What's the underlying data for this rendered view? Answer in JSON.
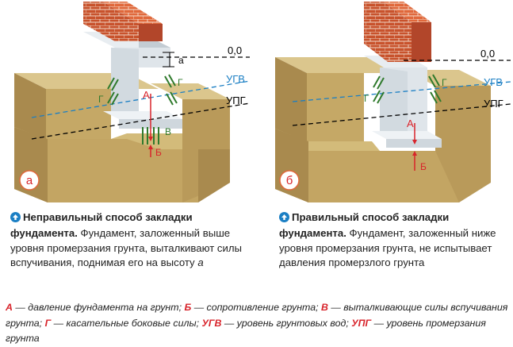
{
  "figure_a": {
    "marker": "а",
    "gap_label": "а",
    "levels": {
      "zero": "0,0",
      "ugv": "УГВ",
      "upg": "УПГ"
    },
    "forces": {
      "a": "А",
      "b": "Б",
      "v": "В",
      "g_left": "Г",
      "g_right": "Г"
    }
  },
  "figure_b": {
    "marker": "б",
    "levels": {
      "zero": "0,0",
      "ugv": "УГВ",
      "upg": "УПГ"
    },
    "forces": {
      "a": "А",
      "b": "Б",
      "g_left": "Г",
      "g_right": "Г"
    }
  },
  "caption_a": {
    "title": "Неправильный способ закладки фундамента.",
    "text": " Фундамент, заложенный выше уровня промерзания грунта, выталкивают силы вспучивания, поднимая его на высоту ",
    "var": "а"
  },
  "caption_b": {
    "title": "Правильный способ закладки фундамента.",
    "text": " Фундамент, заложенный ниже уровня промерзания грунта, не испытывает давления промерзлого грунта"
  },
  "legend": [
    {
      "key": "А",
      "text": " — давление фундамента на грунт; "
    },
    {
      "key": "Б",
      "text": " — сопротивление грунта; "
    },
    {
      "key": "В",
      "text": " — выталкивающие силы вспучивания грунта; "
    },
    {
      "key": "Г",
      "text": " — касательные боковые силы; "
    },
    {
      "key": "УГВ",
      "text": " — уровень грунтовых вод; "
    },
    {
      "key": "УПГ",
      "text": " — уровень промерзания грунта"
    }
  ],
  "colors": {
    "soil_top": "#d9c48a",
    "soil_side": "#a8894e",
    "concrete": "#d6dde3",
    "brick": "#c8522c",
    "red": "#d8242b",
    "blue": "#1b7fc4",
    "green": "#2f7a2c"
  }
}
